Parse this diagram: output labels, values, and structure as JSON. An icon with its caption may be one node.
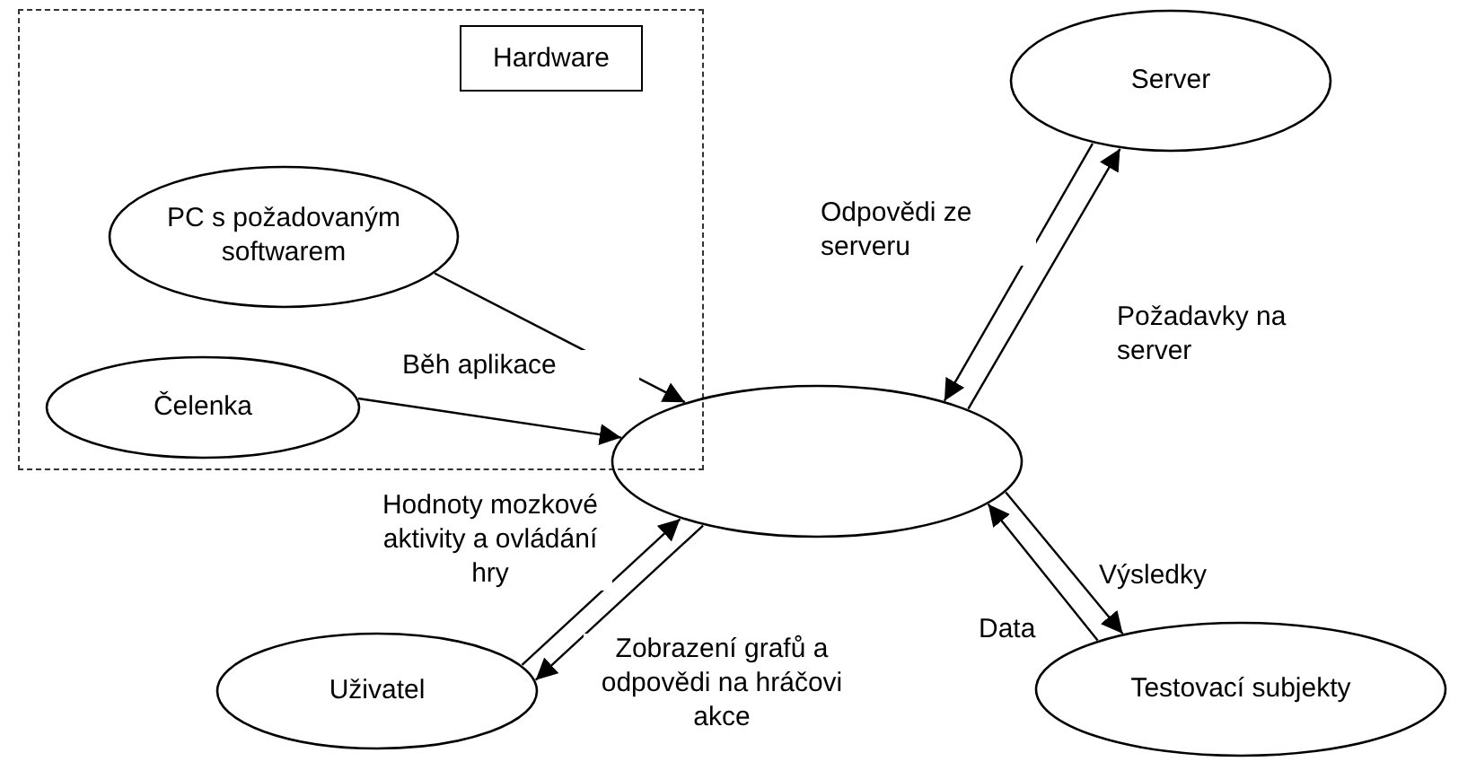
{
  "diagram": {
    "nodes": [
      {
        "text": [
          "Hardware"
        ]
      },
      {
        "text": [
          "PC s požadovaným softwarem"
        ],
        "in": 0
      },
      {
        "text": [
          "Čelenka"
        ],
        "in": 0
      },
      {
        "text": [],
        "shape": "ellipse"
      },
      {
        "text": [
          "Server"
        ]
      },
      {
        "text": [
          "Uživatel"
        ]
      },
      {
        "text": [
          "Testovací subjekty"
        ]
      }
    ],
    "edges": [
      {
        "from": 1,
        "to": 3,
        "arrow": "to"
      },
      {
        "from": 2,
        "to": 3,
        "arrow": "to",
        "label": "Běh aplikace"
      },
      {
        "from": 4,
        "to": 3,
        "arrow": "to",
        "label": "Odpovědi ze serveru"
      },
      {
        "from": 3,
        "to": 4,
        "arrow": "to",
        "label": "Požadavky na server"
      },
      {
        "from": 5,
        "to": 3,
        "arrow": "to",
        "label": "Hodnoty mozkové aktivity a ovládání hry"
      },
      {
        "from": 3,
        "to": 5,
        "arrow": "to",
        "label": "Zobrazení grafů a odpovědi na hráčovi akce"
      },
      {
        "from": 3,
        "to": 6,
        "arrow": "to",
        "label": "Výsledky"
      },
      {
        "from": 6,
        "to": 3,
        "arrow": "to",
        "label": "Data"
      }
    ]
  }
}
